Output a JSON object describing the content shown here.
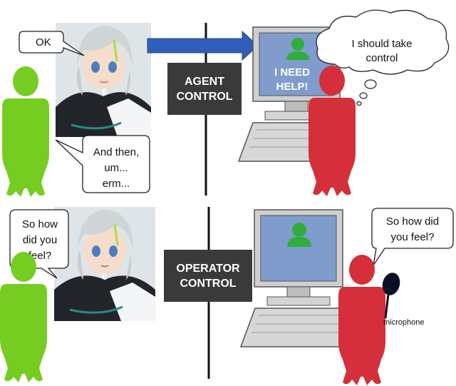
{
  "top_panel": {
    "avatar_speech": "OK",
    "user_speech_lines": [
      "And then,",
      "um...",
      "erm..."
    ],
    "control_label_lines": [
      "AGENT",
      "CONTROL"
    ],
    "screen_text_lines": [
      "I NEED",
      "HELP!"
    ],
    "operator_thought_lines": [
      "I should take",
      "control"
    ]
  },
  "bottom_panel": {
    "avatar_speech_lines": [
      "So how",
      "did you",
      "feel?"
    ],
    "control_label_lines": [
      "OPERATOR",
      "CONTROL"
    ],
    "operator_speech_lines": [
      "So how did",
      "you feel?"
    ],
    "microphone_label": "microphone"
  },
  "colors": {
    "user_figure": "#77cc22",
    "operator_figure": "#d42f3a",
    "control_label_bg": "#3a3a3a",
    "arrow": "#2f5fb8",
    "monitor_screen": "#7f9ccc",
    "screen_person": "#2fae3b",
    "screen_alert_text": "#ffffff"
  }
}
